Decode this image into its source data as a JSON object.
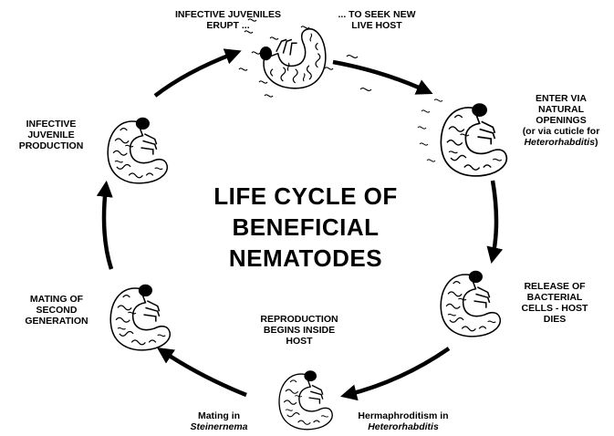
{
  "title": {
    "lines": [
      "LIFE CYCLE OF",
      "BENEFICIAL",
      "NEMATODES"
    ]
  },
  "stages": {
    "erupt": {
      "lines": [
        "INFECTIVE JUVENILES",
        "ERUPT ..."
      ]
    },
    "seek": {
      "lines": [
        "... TO SEEK NEW",
        "LIVE HOST"
      ]
    },
    "enter": {
      "lines": [
        "ENTER VIA",
        "NATURAL",
        "OPENINGS",
        "(or via cuticle for"
      ],
      "italic": "Heterorhabditis",
      "close": ")"
    },
    "release": {
      "lines": [
        "RELEASE OF",
        "BACTERIAL",
        "CELLS - HOST",
        "DIES"
      ]
    },
    "reproduction": {
      "lines": [
        "REPRODUCTION",
        "BEGINS INSIDE",
        "HOST"
      ]
    },
    "hermaphroditism": {
      "line": "Hermaphroditism in",
      "italic": "Heterorhabditis"
    },
    "mating_steinernema": {
      "line": "Mating in",
      "italic": "Steinernema"
    },
    "mating_second": {
      "lines": [
        "MATING OF",
        "SECOND",
        "GENERATION"
      ]
    },
    "production": {
      "lines": [
        "INFECTIVE",
        "JUVENILE",
        "PRODUCTION"
      ]
    }
  },
  "colors": {
    "ink": "#000000",
    "paper": "#ffffff"
  }
}
